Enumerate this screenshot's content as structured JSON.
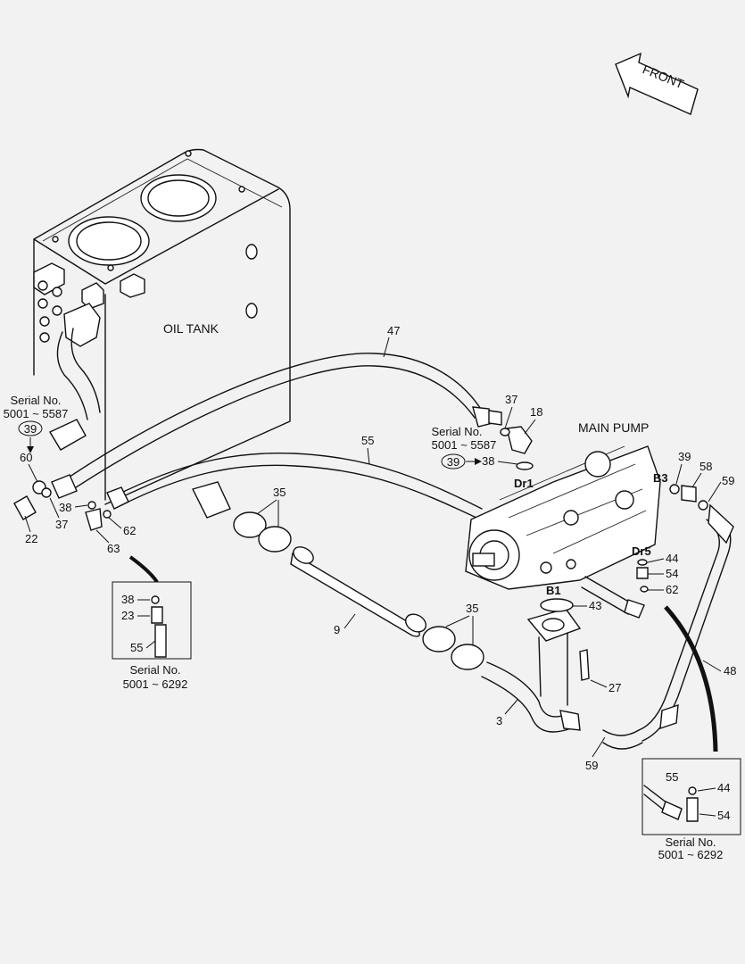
{
  "labels": {
    "front": "FRONT",
    "oil_tank": "OIL TANK",
    "main_pump": "MAIN PUMP",
    "serial_no": "Serial No.",
    "serial_range_a": "5001 ~ 5587",
    "serial_range_b": "5001 ~ 6292",
    "port_dr1": "Dr1",
    "port_dr5": "Dr5",
    "port_b1": "B1",
    "port_b3": "B3"
  },
  "parts": {
    "p3": "3",
    "p9": "9",
    "p18": "18",
    "p22": "22",
    "p23": "23",
    "p27": "27",
    "p35": "35",
    "p37": "37",
    "p38": "38",
    "p39": "39",
    "p43": "43",
    "p44": "44",
    "p47": "47",
    "p48": "48",
    "p54": "54",
    "p55": "55",
    "p58": "58",
    "p59": "59",
    "p60": "60",
    "p62": "62",
    "p63": "63"
  }
}
